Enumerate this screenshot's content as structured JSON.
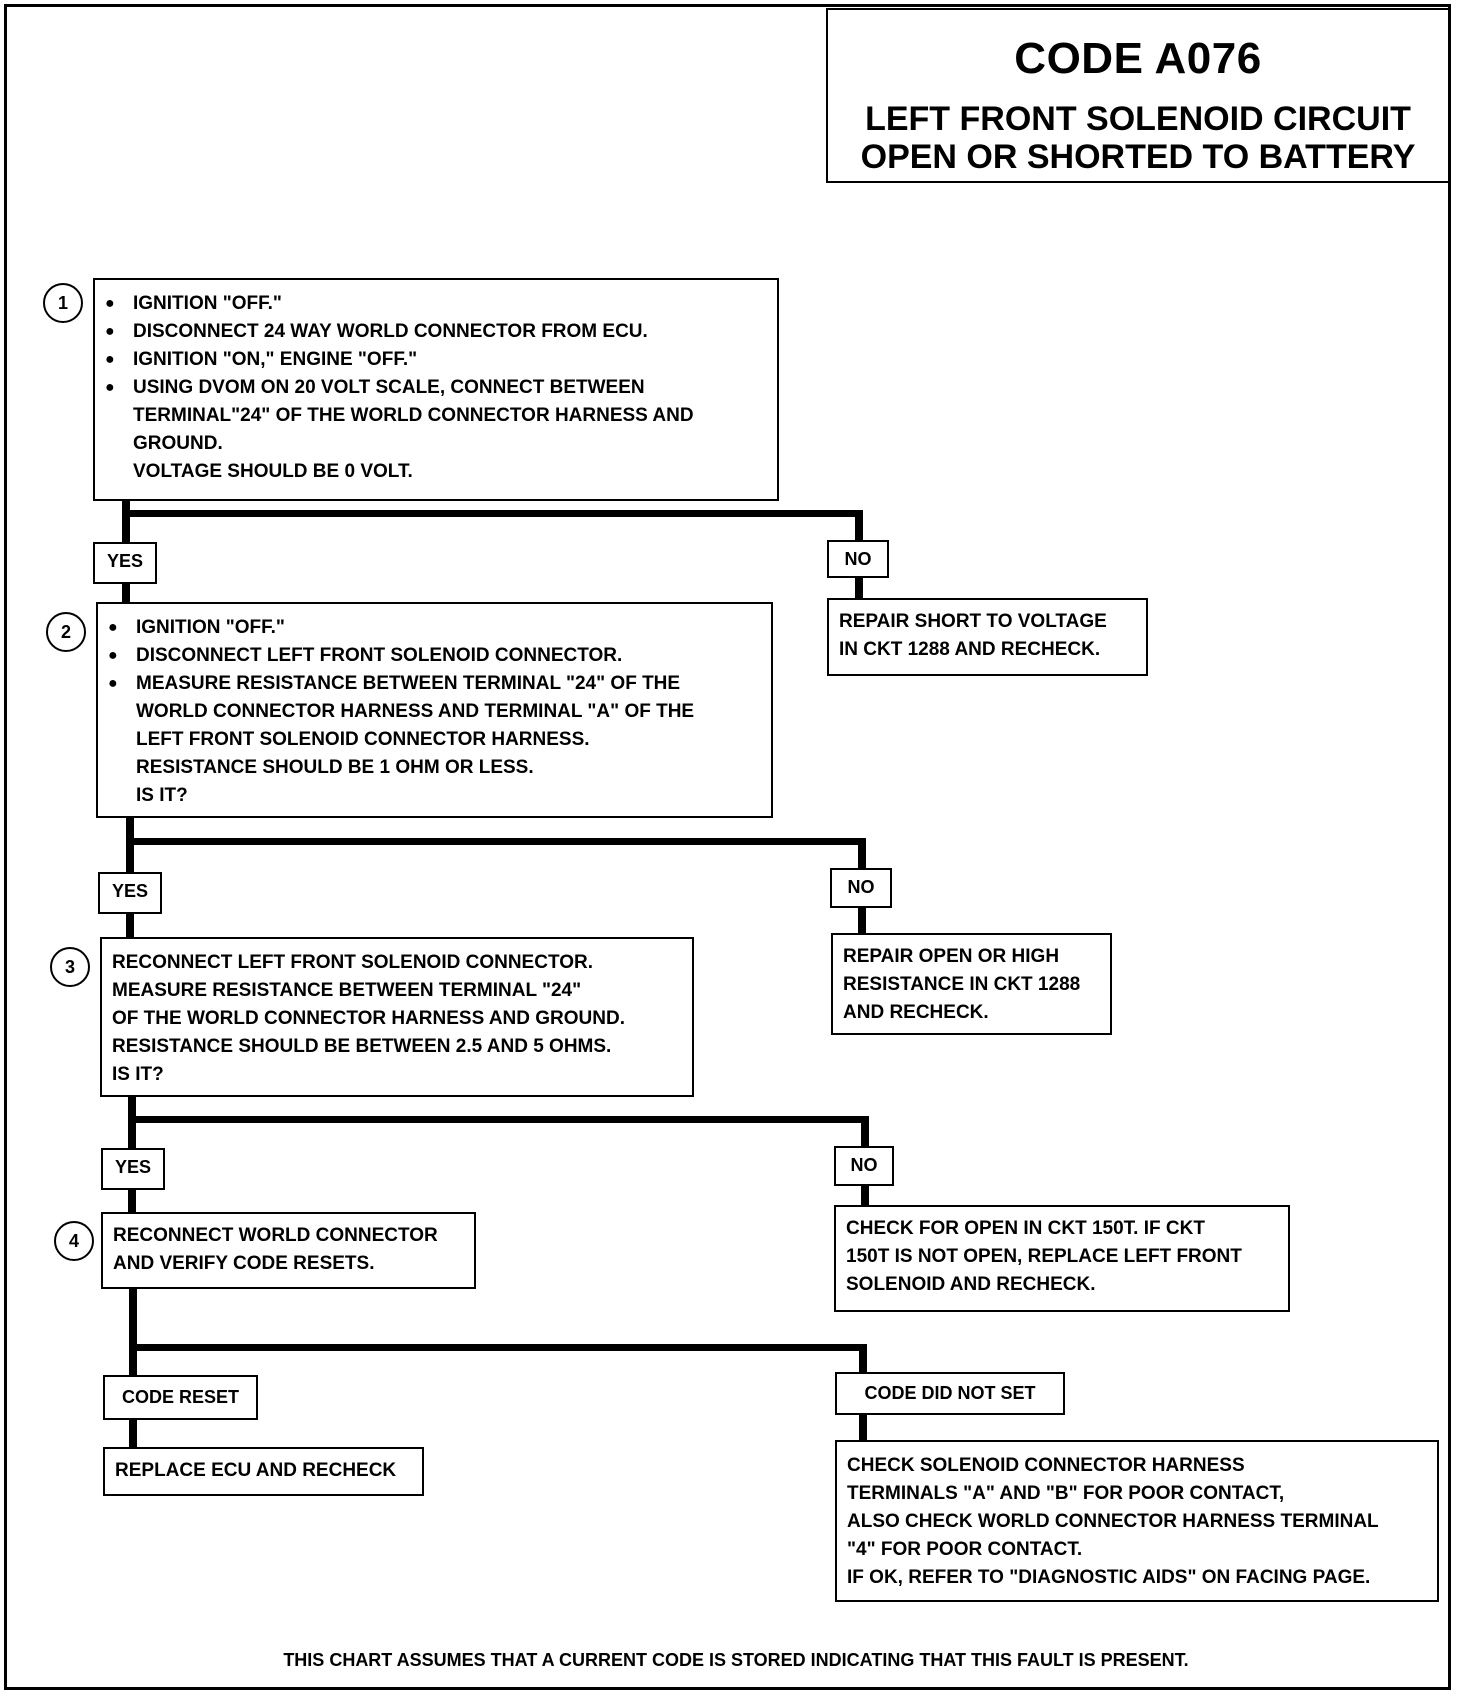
{
  "title": {
    "code": "CODE A076",
    "line1": "LEFT FRONT SOLENOID CIRCUIT",
    "line2": "OPEN OR SHORTED TO BATTERY"
  },
  "steps": [
    {
      "number": "1",
      "bullets": [
        "IGNITION \"OFF.\"",
        "DISCONNECT 24 WAY WORLD CONNECTOR FROM ECU.",
        "IGNITION \"ON,\" ENGINE \"OFF.\"",
        "USING DVOM ON 20 VOLT SCALE, CONNECT BETWEEN"
      ],
      "continuation": [
        "TERMINAL\"24\" OF THE WORLD CONNECTOR HARNESS AND",
        "GROUND.",
        "VOLTAGE SHOULD BE 0 VOLT."
      ]
    },
    {
      "number": "2",
      "bullets": [
        "IGNITION \"OFF.\"",
        "DISCONNECT LEFT FRONT SOLENOID CONNECTOR.",
        "MEASURE RESISTANCE BETWEEN TERMINAL \"24\" OF THE"
      ],
      "continuation": [
        "WORLD CONNECTOR HARNESS AND TERMINAL \"A\" OF THE",
        "LEFT FRONT SOLENOID CONNECTOR HARNESS.",
        "RESISTANCE SHOULD BE 1 OHM OR LESS.",
        "IS IT?"
      ]
    },
    {
      "number": "3",
      "lines": [
        "RECONNECT LEFT FRONT SOLENOID CONNECTOR.",
        "MEASURE RESISTANCE BETWEEN TERMINAL \"24\"",
        "OF THE WORLD CONNECTOR HARNESS AND GROUND.",
        "RESISTANCE SHOULD BE BETWEEN 2.5 AND 5 OHMS.",
        "IS IT?"
      ]
    },
    {
      "number": "4",
      "lines": [
        "RECONNECT WORLD CONNECTOR",
        "AND VERIFY CODE RESETS."
      ]
    }
  ],
  "labels": {
    "yes": "YES",
    "no": "NO",
    "code_reset": "CODE RESET",
    "code_did_not_set": "CODE DID NOT SET"
  },
  "actions": {
    "no1": [
      "REPAIR SHORT TO VOLTAGE",
      "IN CKT 1288 AND RECHECK."
    ],
    "no2": [
      "REPAIR OPEN OR HIGH",
      "RESISTANCE IN CKT 1288",
      "AND RECHECK."
    ],
    "no3": [
      "CHECK FOR OPEN IN CKT 150T.  IF CKT",
      "150T IS NOT OPEN, REPLACE LEFT FRONT",
      "SOLENOID AND RECHECK."
    ],
    "reset": [
      "REPLACE ECU AND RECHECK"
    ],
    "not_set": [
      "CHECK SOLENOID CONNECTOR HARNESS",
      "TERMINALS \"A\" AND \"B\" FOR POOR CONTACT,",
      "ALSO CHECK WORLD CONNECTOR HARNESS TERMINAL",
      "\"4\" FOR POOR CONTACT.",
      "IF OK, REFER TO \"DIAGNOSTIC AIDS\" ON FACING PAGE."
    ]
  },
  "footer": "THIS CHART ASSUMES THAT A CURRENT CODE IS STORED INDICATING THAT THIS FAULT IS PRESENT."
}
